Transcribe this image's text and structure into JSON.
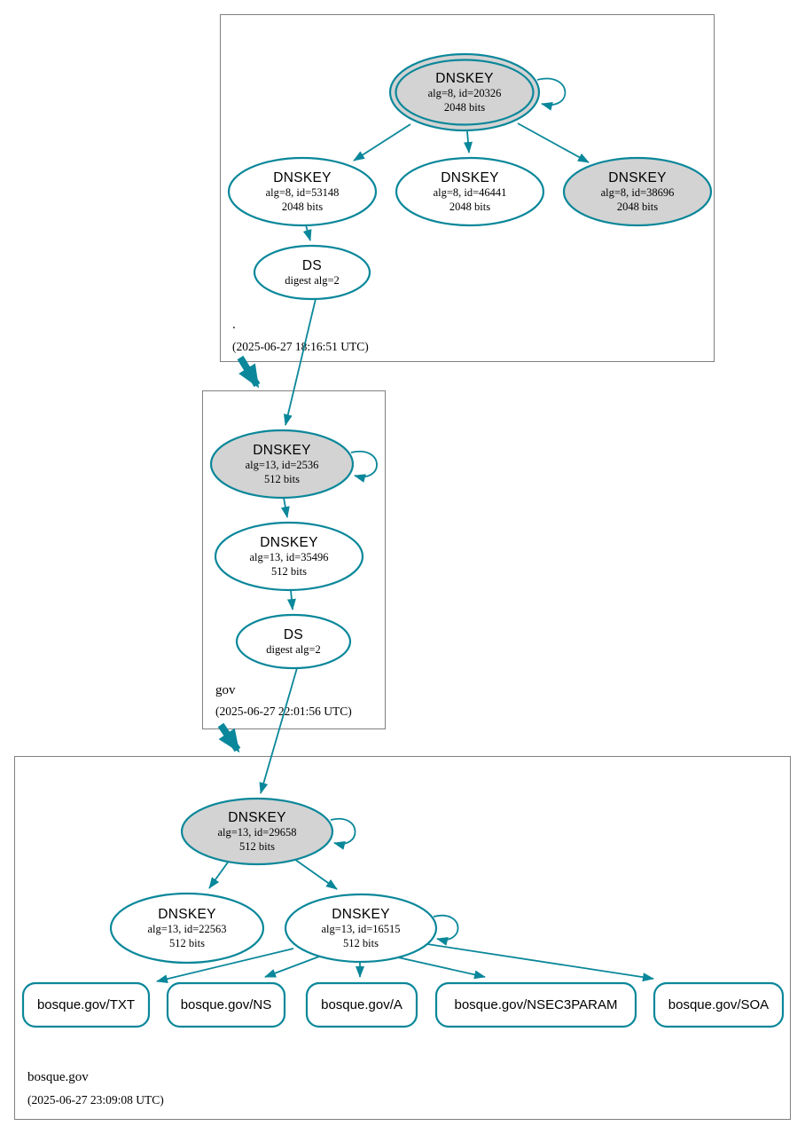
{
  "diagram": {
    "type": "dnssec-authentication-chain",
    "colors": {
      "edge": "#0a879a",
      "node_fill": "#d3d3d3",
      "node_fill_alt": "#ffffff",
      "box_border": "#808080",
      "text": "#000000",
      "bg": "#ffffff"
    },
    "zones": [
      {
        "name": ".",
        "timestamp": "(2025-06-27 18:16:51 UTC)",
        "nodes": {
          "ksk": {
            "title": "DNSKEY",
            "detail1": "alg=8, id=20326",
            "detail2": "2048 bits"
          },
          "zsk_a": {
            "title": "DNSKEY",
            "detail1": "alg=8, id=53148",
            "detail2": "2048 bits"
          },
          "zsk_b": {
            "title": "DNSKEY",
            "detail1": "alg=8, id=46441",
            "detail2": "2048 bits"
          },
          "zsk_c": {
            "title": "DNSKEY",
            "detail1": "alg=8, id=38696",
            "detail2": "2048 bits"
          },
          "ds": {
            "title": "DS",
            "detail1": "digest alg=2"
          }
        }
      },
      {
        "name": "gov",
        "timestamp": "(2025-06-27 22:01:56 UTC)",
        "nodes": {
          "ksk": {
            "title": "DNSKEY",
            "detail1": "alg=13, id=2536",
            "detail2": "512 bits"
          },
          "zsk": {
            "title": "DNSKEY",
            "detail1": "alg=13, id=35496",
            "detail2": "512 bits"
          },
          "ds": {
            "title": "DS",
            "detail1": "digest alg=2"
          }
        }
      },
      {
        "name": "bosque.gov",
        "timestamp": "(2025-06-27 23:09:08 UTC)",
        "nodes": {
          "ksk": {
            "title": "DNSKEY",
            "detail1": "alg=13, id=29658",
            "detail2": "512 bits"
          },
          "zsk_a": {
            "title": "DNSKEY",
            "detail1": "alg=13, id=22563",
            "detail2": "512 bits"
          },
          "zsk_b": {
            "title": "DNSKEY",
            "detail1": "alg=13, id=16515",
            "detail2": "512 bits"
          }
        },
        "rrsets": [
          {
            "label": "bosque.gov/TXT"
          },
          {
            "label": "bosque.gov/NS"
          },
          {
            "label": "bosque.gov/A"
          },
          {
            "label": "bosque.gov/NSEC3PARAM"
          },
          {
            "label": "bosque.gov/SOA"
          }
        ]
      }
    ]
  }
}
